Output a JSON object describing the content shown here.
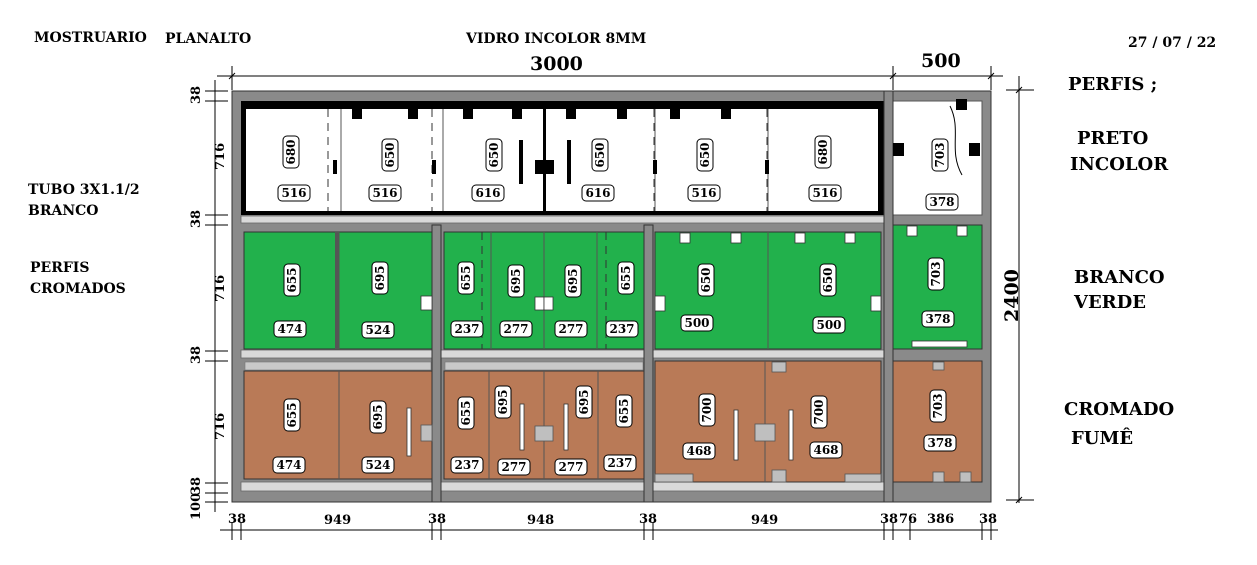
{
  "header": {
    "showcase": "MOSTRUARIO",
    "model": "PLANALTO",
    "glass": "VIDRO INCOLOR 8MM",
    "date": "27 / 07 / 22"
  },
  "dimensions": {
    "top_total": "3000",
    "top_side": "500",
    "height_total": "2400",
    "left_rows": [
      "38",
      "716",
      "38",
      "716",
      "38",
      "716",
      "38",
      "100"
    ],
    "bottom": [
      "38",
      "949",
      "38",
      "948",
      "38",
      "949",
      "38",
      "76",
      "386",
      "38"
    ]
  },
  "left_notes": {
    "tube_1": "TUBO 3X1.1/2",
    "tube_2": "BRANCO",
    "profiles_1": "PERFIS",
    "profiles_2": "CROMADOS"
  },
  "right_notes": {
    "profiles_title": "PERFIS ;",
    "row1_1": "PRETO",
    "row1_2": "INCOLOR",
    "row2_1": "BRANCO",
    "row2_2": "VERDE",
    "row3_1": "CROMADO",
    "row3_2": "FUMÊ"
  },
  "colors": {
    "frame": "#8a8a8a",
    "row1_fill": "#ffffff",
    "row2_fill": "#22b14c",
    "row3_fill": "#b97a57",
    "profile_black": "#000000"
  },
  "row1_panels": [
    {
      "h": "680",
      "w": "516"
    },
    {
      "h": "650",
      "w": "516"
    },
    {
      "h": "650",
      "w": "616"
    },
    {
      "h": "650",
      "w": "616"
    },
    {
      "h": "650",
      "w": "516"
    },
    {
      "h": "680",
      "w": "516"
    },
    {
      "h": "703",
      "w": "378"
    }
  ],
  "row2_panels": [
    {
      "h": "655",
      "w": "474"
    },
    {
      "h": "695",
      "w": "524"
    },
    {
      "h": "655",
      "w": "237"
    },
    {
      "h": "695",
      "w": "277"
    },
    {
      "h": "695",
      "w": "277"
    },
    {
      "h": "655",
      "w": "237"
    },
    {
      "h": "650",
      "w": "500"
    },
    {
      "h": "650",
      "w": "500"
    },
    {
      "h": "703",
      "w": "378"
    }
  ],
  "row3_panels": [
    {
      "h": "655",
      "w": "474"
    },
    {
      "h": "695",
      "w": "524"
    },
    {
      "h": "655",
      "w": "237"
    },
    {
      "h": "695",
      "w": "277"
    },
    {
      "h": "695",
      "w": "277"
    },
    {
      "h": "655",
      "w": "237"
    },
    {
      "h": "700",
      "w": "468"
    },
    {
      "h": "700",
      "w": "468"
    },
    {
      "h": "703",
      "w": "378"
    }
  ]
}
